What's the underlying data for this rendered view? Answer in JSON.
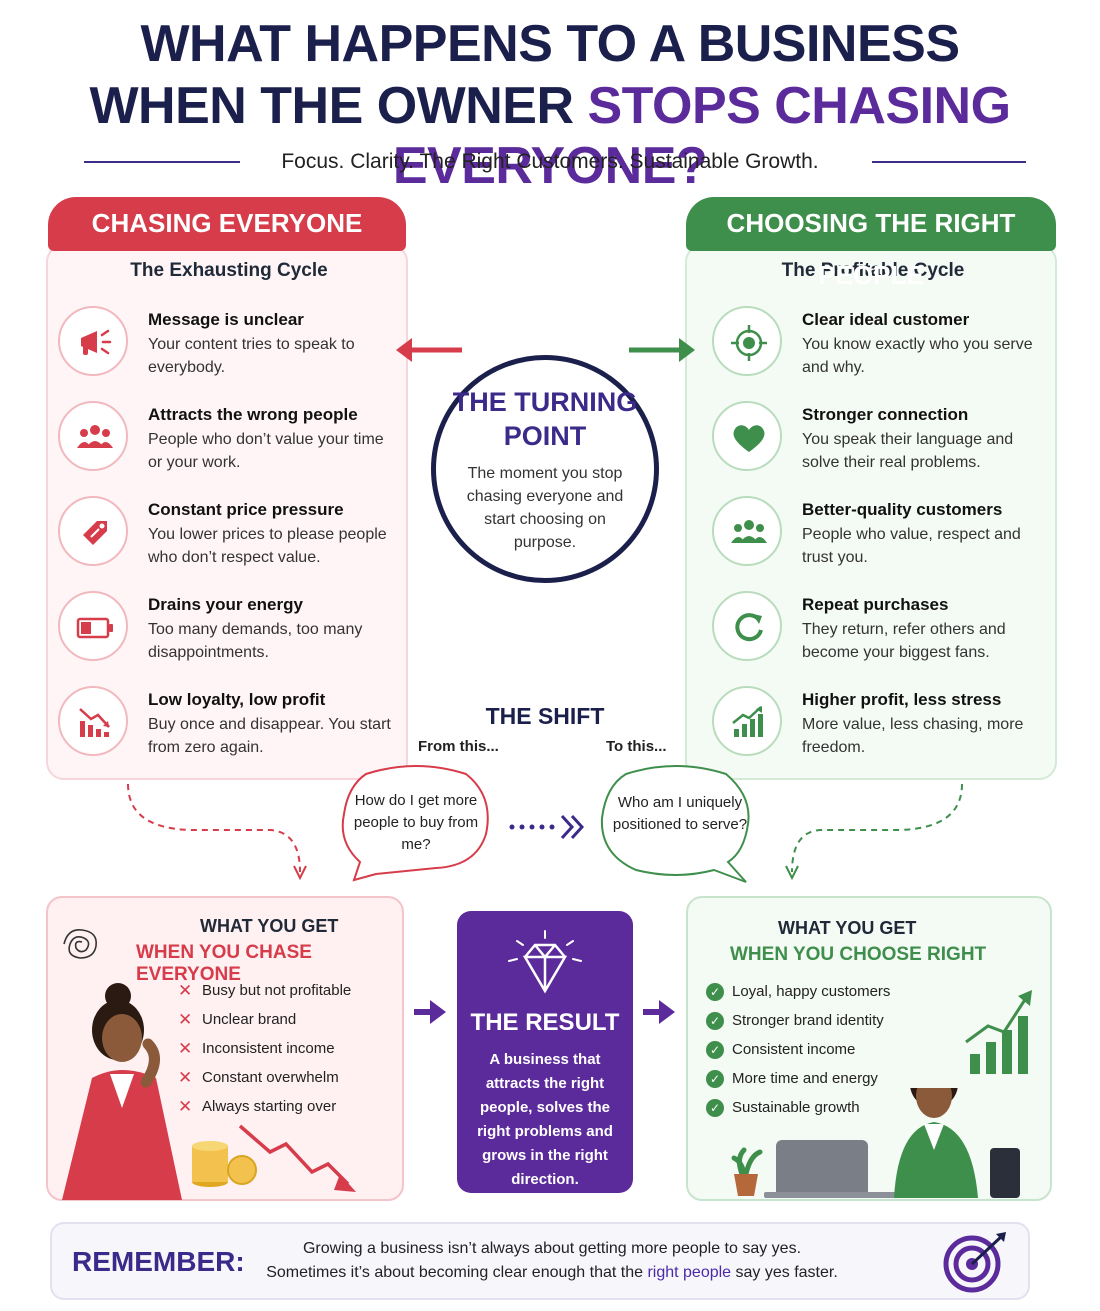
{
  "title": {
    "line1": "WHAT HAPPENS TO A BUSINESS",
    "line2_prefix": "WHEN THE OWNER ",
    "line2_accent": "STOPS CHASING EVERYONE?"
  },
  "subtitle": "Focus. Clarity. The Right Customers. Sustainable Growth.",
  "left_panel": {
    "banner": "CHASING EVERYONE",
    "cycle_title": "The Exhausting Cycle",
    "items": [
      {
        "icon": "megaphone-icon",
        "heading": "Message is unclear",
        "text": "Your content tries to speak to everybody."
      },
      {
        "icon": "people-group-icon",
        "heading": "Attracts the wrong people",
        "text": "People who don’t value your time or your work."
      },
      {
        "icon": "price-tag-icon",
        "heading": "Constant price pressure",
        "text": "You lower prices to please people who don’t respect value."
      },
      {
        "icon": "low-battery-icon",
        "heading": "Drains your energy",
        "text": "Too many demands, too many disappointments."
      },
      {
        "icon": "declining-chart-icon",
        "heading": "Low loyalty, low profit",
        "text": "Buy once and disappear. You start from zero again."
      }
    ]
  },
  "right_panel": {
    "banner": "CHOOSING THE RIGHT PEOPLE",
    "cycle_title": "The Profitable Cycle",
    "items": [
      {
        "icon": "target-crosshair-icon",
        "heading": "Clear ideal customer",
        "text": "You know exactly who you serve and why."
      },
      {
        "icon": "heart-icon",
        "heading": "Stronger connection",
        "text": "You speak their language and solve their real problems."
      },
      {
        "icon": "people-group-icon",
        "heading": "Better-quality customers",
        "text": "People who value, respect and trust you."
      },
      {
        "icon": "refresh-cycle-icon",
        "heading": "Repeat purchases",
        "text": "They return, refer others and become your biggest fans."
      },
      {
        "icon": "growth-chart-icon",
        "heading": "Higher profit, less stress",
        "text": "More value, less chasing, more freedom."
      }
    ]
  },
  "turning_point": {
    "title_line1": "THE TURNING",
    "title_line2": "POINT",
    "text": "The moment you stop chasing everyone and start choosing on purpose."
  },
  "shift": {
    "title": "THE SHIFT",
    "from_label": "From this...",
    "to_label": "To this...",
    "from_question": "How do I get more people to buy from me?",
    "to_question": "Who am I uniquely positioned to serve?"
  },
  "get_chase": {
    "heading1": "WHAT YOU GET",
    "heading2": "WHEN YOU CHASE EVERYONE",
    "items": [
      "Busy but not profitable",
      "Unclear brand",
      "Inconsistent income",
      "Constant overwhelm",
      "Always starting over"
    ]
  },
  "result": {
    "title": "THE RESULT",
    "text": "A business that attracts the right people, solves the right problems and grows in the right direction."
  },
  "get_choose": {
    "heading1": "WHAT YOU GET",
    "heading2": "WHEN YOU CHOOSE RIGHT",
    "items": [
      "Loyal, happy customers",
      "Stronger brand identity",
      "Consistent income",
      "More time and energy",
      "Sustainable growth"
    ]
  },
  "remember": {
    "label": "REMEMBER:",
    "line1": "Growing a business isn’t always about getting more people to say yes.",
    "line2_prefix": "Sometimes it’s about becoming clear enough that the ",
    "line2_highlight": "right people",
    "line2_suffix": " say yes faster."
  },
  "colors": {
    "navy": "#1b1f4b",
    "purple": "#5b2a9b",
    "red": "#d63c4a",
    "green": "#3f8f4c"
  }
}
